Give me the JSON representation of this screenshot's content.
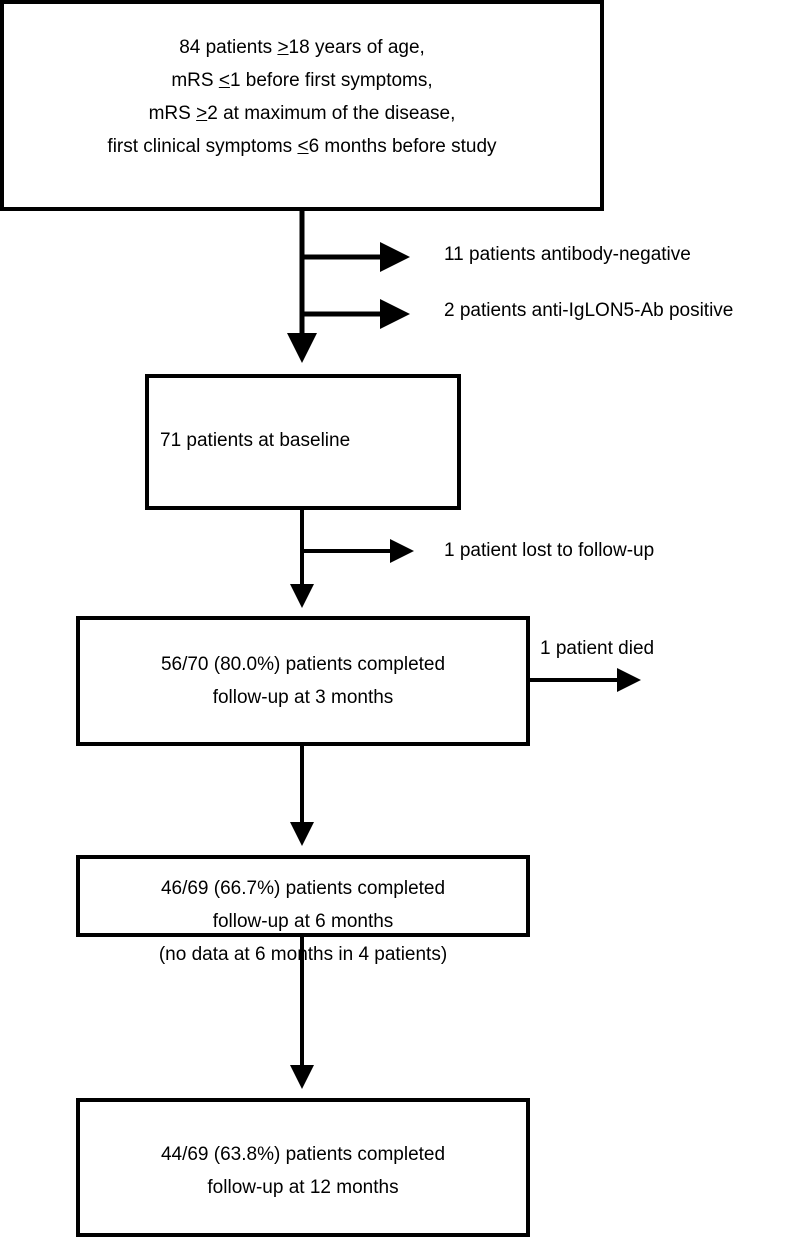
{
  "box1": {
    "lines": [
      {
        "pre": "84 patients ",
        "sym": ">",
        "post": "18 years of age,"
      },
      {
        "pre": "mRS ",
        "sym": "<",
        "post": "1 before first symptoms,"
      },
      {
        "pre": "mRS ",
        "sym": ">",
        "post": "2 at maximum of the disease,"
      },
      {
        "pre": "first clinical symptoms ",
        "sym": "<",
        "post": "6 months before study"
      }
    ]
  },
  "excl1": "11 patients antibody-negative",
  "excl2": "2 patients anti-IgLON5-Ab  positive",
  "box2": {
    "line1": "71 patients at baseline"
  },
  "excl3": "1 patient lost to follow-up",
  "box3": {
    "line1": "56/70 (80.0%) patients completed",
    "line2": "follow-up  at 3 months"
  },
  "excl4": "1 patient died",
  "box4": {
    "line1": "46/69 (66.7%) patients completed",
    "line2": "follow-up  at 6 months",
    "line3": "(no data at 6 months in 4 patients)"
  },
  "box5": {
    "line1": "44/69 (63.8%) patients completed",
    "line2": "follow-up  at 12 months"
  }
}
